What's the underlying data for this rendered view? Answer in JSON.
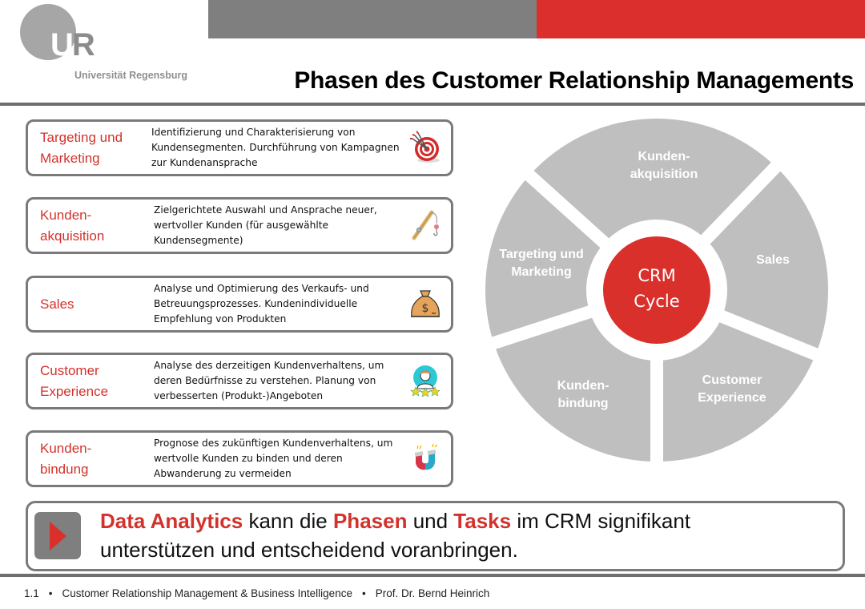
{
  "header": {
    "logo_letters": [
      "U",
      "R"
    ],
    "university_name": "Universität Regensburg",
    "title": "Phasen des Customer Relationship Managements",
    "colors": {
      "gray_bar": "#7f7f7f",
      "red_bar": "#da2f2c",
      "accent": "#d3322c"
    }
  },
  "phases": [
    {
      "title": "Targeting und Marketing",
      "description": "Identifizierung und Charakterisierung von Kundensegmenten. Durchführung von Kampagnen zur Kundenansprache",
      "icon": "target-icon"
    },
    {
      "title": "Kunden-akquisition",
      "description": "Zielgerichtete Auswahl und Ansprache neuer, wertvoller Kunden (für ausgewählte Kundensegmente)",
      "icon": "fishing-rod-icon"
    },
    {
      "title": "Sales",
      "description": "Analyse und Optimierung des Verkaufs- und Betreuungsprozesses. Kundenindividuelle Empfehlung von Produkten",
      "icon": "money-bag-icon"
    },
    {
      "title": "Customer Experience",
      "description": "Analyse des derzeitigen Kundenverhaltens, um deren Bedürfnisse zu verstehen. Planung von verbesserten (Produkt-)Angeboten",
      "icon": "customer-rating-icon"
    },
    {
      "title": "Kunden-bindung",
      "description": "Prognose des zukünftigen Kundenverhaltens, um wertvolle Kunden zu binden und deren Abwanderung zu vermeiden",
      "icon": "magnet-icon"
    }
  ],
  "cycle": {
    "center_line1": "CRM",
    "center_line2": "Cycle",
    "segments": [
      {
        "line1": "Kunden-",
        "line2": "akquisition"
      },
      {
        "line1": "Sales",
        "line2": ""
      },
      {
        "line1": "Customer",
        "line2": "Experience"
      },
      {
        "line1": "Kunden-",
        "line2": "bindung"
      },
      {
        "line1": "Targeting und",
        "line2": "Marketing"
      }
    ],
    "colors": {
      "segment": "#bfbfbf",
      "center": "#d9302c"
    }
  },
  "callout": {
    "part1": "Data Analytics",
    "part2": " kann die ",
    "part3": "Phasen",
    "part4": " und ",
    "part5": "Tasks",
    "part6": " im CRM signifikant",
    "line2": "unterstützen und entscheidend voranbringen."
  },
  "footer": {
    "section": "1.1",
    "course": "Customer Relationship Management & Business Intelligence",
    "author": "Prof. Dr. Bernd Heinrich",
    "separator": "•"
  }
}
